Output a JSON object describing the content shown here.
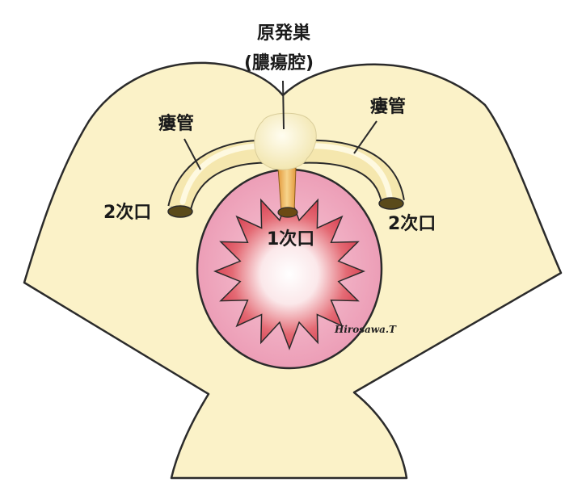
{
  "labels": {
    "abscess_title": "原発巣",
    "abscess_sub": "(膿瘍腔)",
    "fistula_left": "瘻管",
    "fistula_right": "瘻管",
    "secondary_left": "2次口",
    "secondary_right": "2次口",
    "primary": "1次口"
  },
  "signature": "Hirosawa.T",
  "colors": {
    "outline": "#2b2b2b",
    "skin": "#fbf2c8",
    "anal_canal": "#ee9fb8",
    "star_red": "#d93c4c",
    "tract": "#f7eab2",
    "tract_highlight": "#fffbe6",
    "abscess": "#fdf7d6",
    "opening": "#5a4a1a",
    "primary_duct": "#e9a94c"
  }
}
